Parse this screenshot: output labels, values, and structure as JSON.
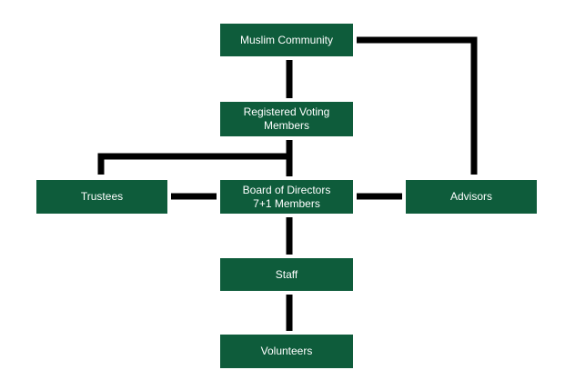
{
  "diagram": {
    "nodes": {
      "muslim_community": "Muslim Community",
      "registered_voting_members": "Registered Voting\nMembers",
      "trustees": "Trustees",
      "board_of_directors": "Board of Directors\n7+1 Members",
      "advisors": "Advisors",
      "staff": "Staff",
      "volunteers": "Volunteers"
    },
    "colors": {
      "box_fill": "#0e5c3b",
      "box_text": "#ffffff",
      "connector": "#000000"
    }
  }
}
